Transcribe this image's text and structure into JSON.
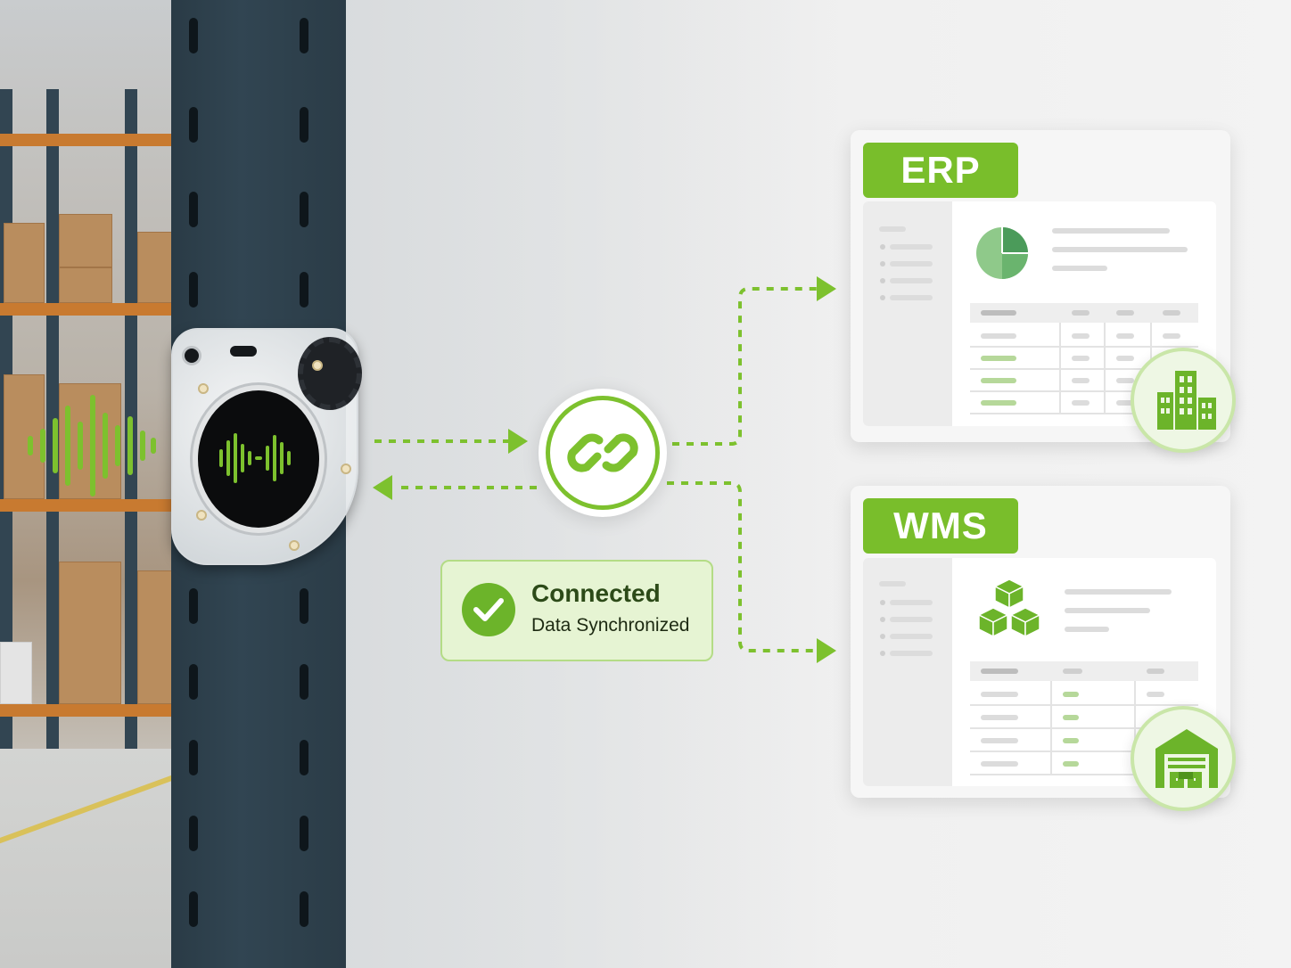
{
  "status": {
    "title": "Connected",
    "subtitle": "Data Synchronized",
    "icon": "check-icon"
  },
  "systems": [
    {
      "label": "ERP",
      "icon": "office-building-icon",
      "chart_icon": "pie-chart-icon"
    },
    {
      "label": "WMS",
      "icon": "warehouse-icon",
      "chart_icon": "stacked-boxes-icon"
    }
  ],
  "hub": {
    "icon": "chain-link-icon"
  },
  "device": {
    "display_icon": "sound-wave-icon"
  },
  "colors": {
    "accent": "#7dc12e",
    "accent_dark": "#5fa21f",
    "status_bg": "#e6f4d3",
    "column": "#314552"
  }
}
